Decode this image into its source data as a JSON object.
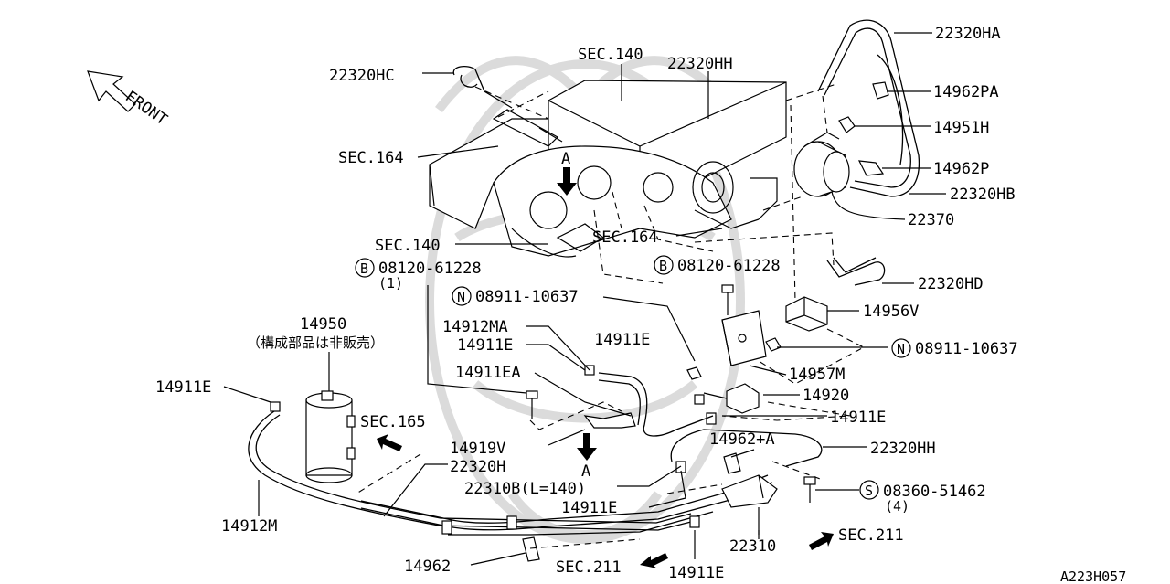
{
  "direction": "FRONT",
  "diagram_id": "A223H057",
  "labels": {
    "p22320HC": "22320HC",
    "sec140_top": "SEC.140",
    "p22320HH_top": "22320HH",
    "p22320HA": "22320HA",
    "p14962PA": "14962PA",
    "p14951H": "14951H",
    "p14962P": "14962P",
    "p22320HB": "22320HB",
    "p22370": "22370",
    "sec164_left": "SEC.164",
    "sec140_mid": "SEC.140",
    "sec164_mid": "SEC.164",
    "bolt_a": "08120-61228",
    "bolt_a_qty": "(1)",
    "bolt_b": "08120-61228",
    "p22320HD": "22320HD",
    "nut_a": "08911-10637",
    "p14956V": "14956V",
    "nut_b": "08911-10637",
    "p14950": "14950",
    "p14950_note": "（構成部品は非販売）",
    "p14912MA": "14912MA",
    "p14911E_1": "14911E",
    "p14911E_2": "14911E",
    "p14957M": "14957M",
    "p14911EA": "14911EA",
    "p14911E_left": "14911E",
    "p14920": "14920",
    "p14911E_3": "14911E",
    "sec165": "SEC.165",
    "p14919V": "14919V",
    "view_a_top": "A",
    "view_a_bottom": "A",
    "p14962A": "14962+A",
    "p22320HH_low": "22320HH",
    "p22320H": "22320H",
    "p22310B": "22310B(L=140)",
    "screw": "08360-51462",
    "screw_qty": "(4)",
    "p14911E_4": "14911E",
    "p14912M": "14912M",
    "sec211_right": "SEC.211",
    "p22310": "22310",
    "p14962": "14962",
    "sec211_low": "SEC.211",
    "p14911E_5": "14911E"
  },
  "markers": {
    "bolt": "B",
    "nut": "N",
    "screw": "S"
  }
}
